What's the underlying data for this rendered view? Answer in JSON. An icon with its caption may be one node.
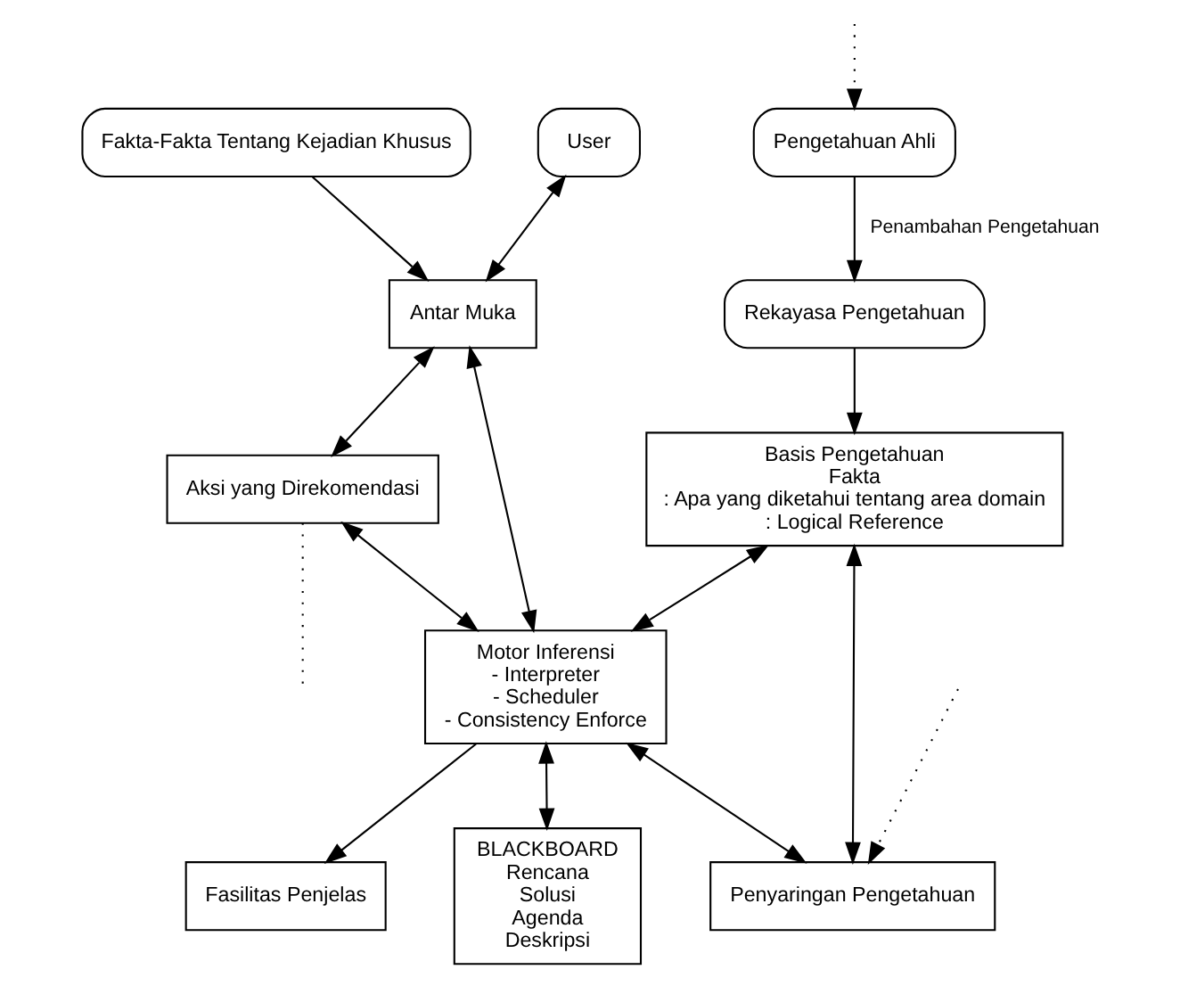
{
  "diagram": {
    "nodes": [
      {
        "text": [
          "User"
        ]
      },
      {
        "text": [
          "Fakta-Fakta Tentang Kejadian Khusus"
        ]
      },
      {
        "text": [
          "Antar Muka"
        ]
      },
      {
        "text": [
          "Fasilitas Penjelas"
        ]
      },
      {
        "text": [
          "Basis Pengetahuan",
          "Fakta",
          ": Apa yang diketahui tentang area domain",
          ": Logical Reference"
        ]
      },
      {
        "text": [
          "Rekayasa Pengetahuan"
        ]
      },
      {
        "text": [
          "Aksi yang Direkomendasi"
        ]
      },
      {
        "text": [
          "Motor Inferensi",
          "- Interpreter",
          "- Scheduler",
          "- Consistency Enforce"
        ]
      },
      {
        "text": [
          "Pengetahuan Ahli"
        ]
      },
      {
        "text": [
          "BLACKBOARD",
          "Rencana",
          "Solusi",
          "Agenda",
          "Deskripsi"
        ]
      },
      {
        "text": [
          "Penyaringan Pengetahuan"
        ]
      }
    ],
    "edges": [
      {
        "from": 0,
        "to": 2,
        "arrow": "both"
      },
      {
        "from": 1,
        "to": 2,
        "arrow": "to"
      },
      {
        "from": 2,
        "to": 6,
        "arrow": "both"
      },
      {
        "from": 2,
        "to": 7,
        "arrow": "both"
      },
      {
        "from": 7,
        "to": 3,
        "arrow": "to"
      },
      {
        "from": 6,
        "to": 7,
        "arrow": "both"
      },
      {
        "from": 4,
        "to": 7,
        "arrow": "both"
      },
      {
        "from": 4,
        "to": 10,
        "arrow": "both"
      },
      {
        "from": 5,
        "to": 4,
        "arrow": "to"
      },
      {
        "from": 8,
        "to": 5,
        "arrow": "to",
        "label": "Penambahan Pengetahuan"
      },
      {
        "from": 7,
        "to": 9,
        "arrow": "both"
      },
      {
        "from": 7,
        "to": 10,
        "arrow": "both"
      },
      {
        "from": 6,
        "to": null,
        "arrow": "none",
        "style": "dashed"
      },
      {
        "from": null,
        "to": 10,
        "arrow": "to",
        "style": "dashed"
      },
      {
        "from": null,
        "to": 8,
        "arrow": "to",
        "style": "dashed"
      }
    ]
  }
}
